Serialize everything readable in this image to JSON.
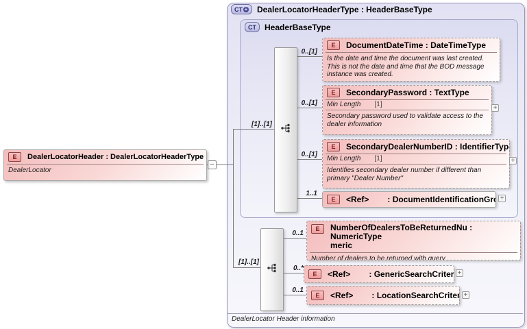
{
  "colors": {
    "container_fill": "#e2e2f4",
    "container_border": "#9898c0",
    "element_fill": "#f3bcbc",
    "element_border": "#9a9a9a",
    "element_badge": "#ee9d9d",
    "complextype_badge": "#b9b9e2",
    "line": "#7d7d7d"
  },
  "root": {
    "badge": "E",
    "title": "DealerLocatorHeader : DealerLocatorHeaderType",
    "annotation": "DealerLocator"
  },
  "connector": {
    "collapse_glyph": "−"
  },
  "ct": {
    "badge": "CT",
    "plus_glyph": "+",
    "title": "DealerLocatorHeaderType : HeaderBaseType",
    "footer": "DealerLocator Header information",
    "inner": {
      "badge": "CT",
      "title": "HeaderBaseType",
      "cardinality": "[1]..[1]",
      "items": [
        {
          "badge": "E",
          "cardinality": "0..[1]",
          "title": "DocumentDateTime : DateTimeType",
          "description": "Is the date and time the document was last created. This is not the date and time that the BOD message instance was created."
        },
        {
          "badge": "E",
          "cardinality": "0..[1]",
          "title": "SecondaryPassword : TextType",
          "facet_name": "Min Length",
          "facet_value": "[1]",
          "description": "Secondary password used to validate access to the dealer information",
          "expand": "+"
        },
        {
          "badge": "E",
          "cardinality": "0..[1]",
          "title": "SecondaryDealerNumberID : IdentifierType",
          "facet_name": "Min Length",
          "facet_value": "[1]",
          "description": "Identifies secondary dealer number if different than primary \"Dealer Number\"",
          "expand": "+"
        },
        {
          "badge": "E",
          "cardinality": "1..1",
          "name": "<Ref>",
          "type_label": ": DocumentIdentificationGroup",
          "expand": "+"
        }
      ]
    },
    "extension": {
      "cardinality": "[1]..[1]",
      "items": [
        {
          "badge": "E",
          "cardinality": "0..1",
          "title_line1": "NumberOfDealersToBeReturnedNu : NumericType",
          "title_line2": "meric",
          "description": "Number of dealers to be returned with query."
        },
        {
          "badge": "E",
          "cardinality": "0..*",
          "name": "<Ref>",
          "type_label": ": GenericSearchCriteria",
          "expand": "+"
        },
        {
          "badge": "E",
          "cardinality": "0..1",
          "name": "<Ref>",
          "type_label": ": LocationSearchCriteria",
          "expand": "+"
        }
      ]
    }
  }
}
